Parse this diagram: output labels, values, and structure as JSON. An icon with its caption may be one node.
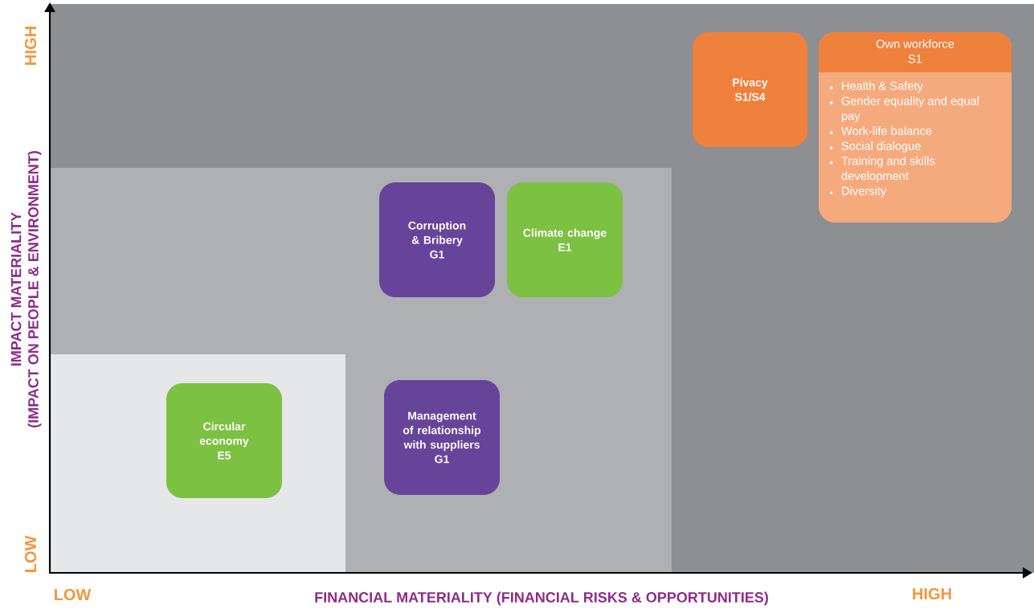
{
  "diagram": {
    "nodes": [
      {
        "text": [
          "Pivacy",
          "S1/S4"
        ]
      },
      {
        "text": [
          "Own workforce",
          "S1",
          "Health & Safety",
          "Gender equality and equal pay",
          "Work-life balance",
          "Social dialogue",
          "Training and skills development",
          "Diversity"
        ]
      },
      {
        "text": [
          "Corruption & Bribery",
          "G1"
        ]
      },
      {
        "text": [
          "Climate change",
          "E1"
        ]
      },
      {
        "text": [
          "Circular economy",
          "E5"
        ]
      },
      {
        "text": [
          "Management of relationship with suppliers",
          "G1"
        ]
      }
    ],
    "labels": [
      "HIGH",
      "IMPACT MATERIALITY",
      "(IMPACT ON PEOPLE & ENVIRONMENT)",
      "LOW",
      "LOW",
      "FINANCIAL MATERIALITY (FINANCIAL RISKS & OPPORTUNITIES)",
      "HIGH"
    ]
  }
}
